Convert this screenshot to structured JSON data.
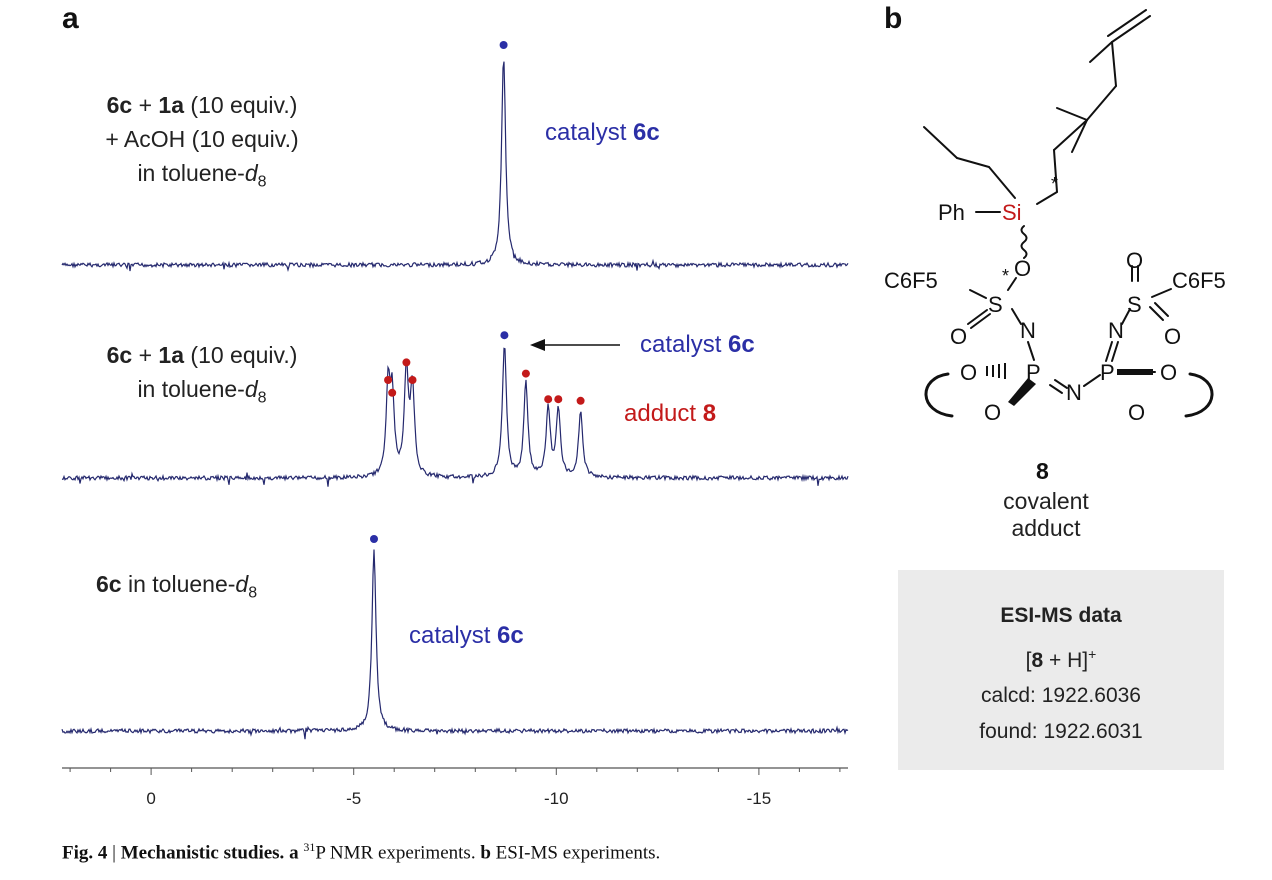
{
  "panel_a_letter": "a",
  "panel_b_letter": "b",
  "chart_data": {
    "type": "line",
    "title": "",
    "xlabel": "",
    "ylabel": "",
    "xlim": [
      2.2,
      -17.2
    ],
    "x_ticks": [
      0,
      -5,
      -10,
      -15
    ],
    "x_tick_labels": [
      "0",
      "-5",
      "-10",
      "-15"
    ],
    "grid": false,
    "traces": [
      {
        "name": "",
        "condition": [
          "6c + 1a (10 equiv.)",
          "+ AcOH (10 equiv.)",
          "in toluene-d8"
        ],
        "peaks": [
          {
            "shift": -8.7,
            "height": 1.0,
            "species": "catalyst 6c"
          }
        ]
      },
      {
        "name": "",
        "condition": [
          "6c + 1a (10 equiv.)",
          "in toluene-d8"
        ],
        "peaks": [
          {
            "shift": -5.85,
            "height": 0.55,
            "species": "adduct 8"
          },
          {
            "shift": -5.95,
            "height": 0.47,
            "species": "adduct 8"
          },
          {
            "shift": -6.3,
            "height": 0.66,
            "species": "adduct 8"
          },
          {
            "shift": -6.45,
            "height": 0.55,
            "species": "adduct 8"
          },
          {
            "shift": -8.72,
            "height": 0.83,
            "species": "catalyst 6c"
          },
          {
            "shift": -9.25,
            "height": 0.59,
            "species": "adduct 8"
          },
          {
            "shift": -9.8,
            "height": 0.43,
            "species": "adduct 8"
          },
          {
            "shift": -10.05,
            "height": 0.43,
            "species": "adduct 8"
          },
          {
            "shift": -10.6,
            "height": 0.42,
            "species": "adduct 8"
          }
        ]
      },
      {
        "name": "",
        "condition": [
          "6c in toluene-d8"
        ],
        "peaks": [
          {
            "shift": -5.5,
            "height": 1.0,
            "species": "catalyst 6c"
          }
        ]
      }
    ]
  },
  "cond1": {
    "l1a": "6c",
    "l1b": " + ",
    "l1c": "1a",
    "l1d": " (10 equiv.)",
    "l2": "+ AcOH (10 equiv.)",
    "l3a": "in toluene-",
    "l3b": "d",
    "l3c": "8"
  },
  "cond2": {
    "l1a": "6c",
    "l1b": " + ",
    "l1c": "1a",
    "l1d": " (10 equiv.)",
    "l2a": "in toluene-",
    "l2b": "d",
    "l2c": "8"
  },
  "cond3": {
    "a": "6c",
    "b": " in toluene-",
    "c": "d",
    "d": "8"
  },
  "labels": {
    "catalyst_text": "catalyst ",
    "catalyst_bold": "6c",
    "adduct_text": "adduct ",
    "adduct_bold": "8"
  },
  "structure": {
    "compound_number": "8",
    "compound_name": "covalent adduct",
    "atoms": {
      "Ph": "Ph",
      "Si": "Si",
      "O": "O",
      "S": "S",
      "N": "N",
      "P": "P",
      "C6F5": "C6F5",
      "star": "*"
    }
  },
  "esi": {
    "title": "ESI-MS data",
    "ion_open": "[",
    "ion_num": "8",
    "ion_rest": " + H]",
    "ion_charge": "+",
    "calcd": "calcd: 1922.6036",
    "found": "found: 1922.6031"
  },
  "caption": {
    "fig": "Fig. 4",
    "sep": " | ",
    "title": "Mechanistic studies.",
    "a": "a",
    "nucleus_mass": "31",
    "a_text": "P NMR experiments.",
    "b": "b",
    "b_text": "ESI-MS experiments."
  },
  "colors": {
    "blue": "#2b2fa6",
    "red": "#c31a1a",
    "trace": "#25296e"
  }
}
